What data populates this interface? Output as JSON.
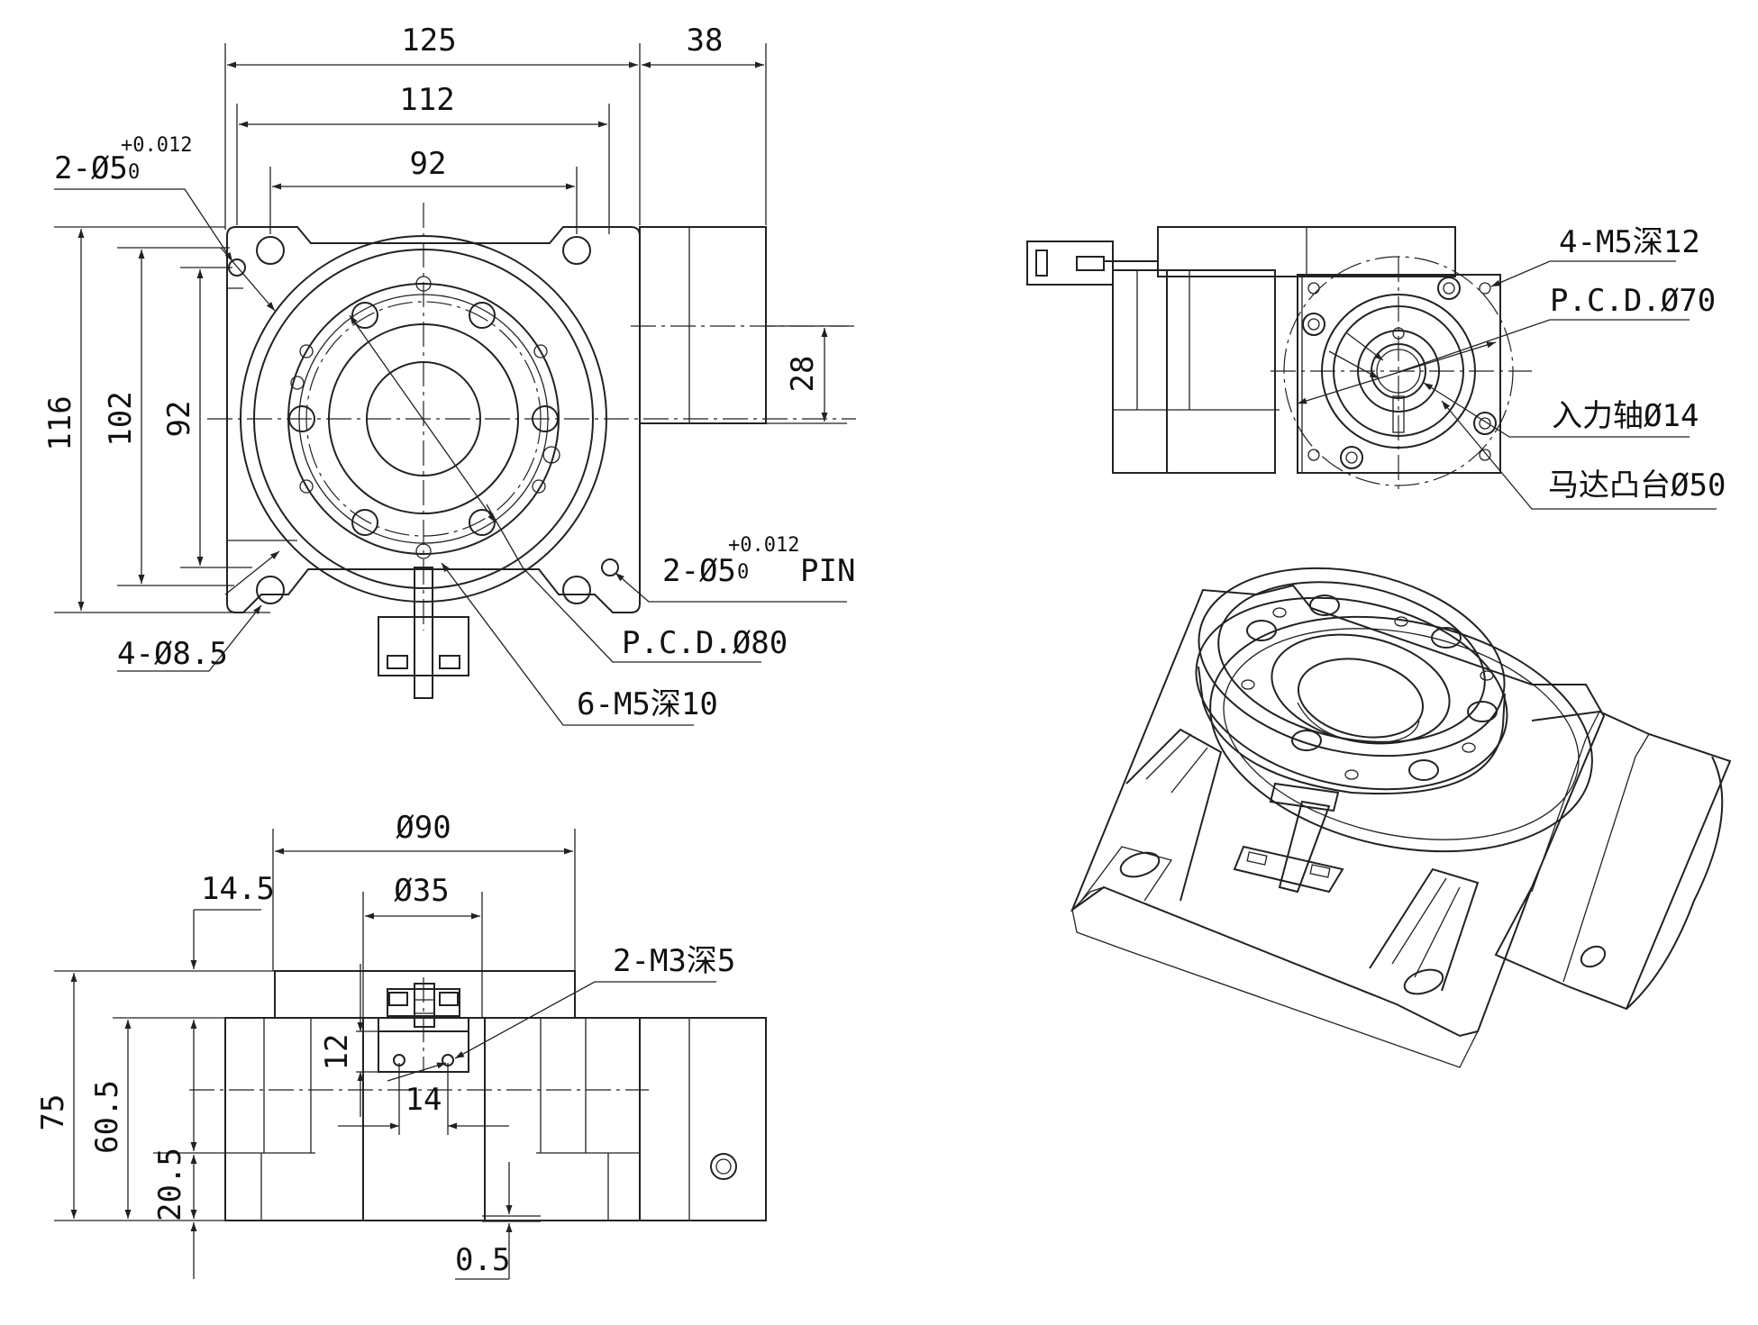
{
  "top_view": {
    "dim_125": "125",
    "dim_38": "38",
    "dim_112": "112",
    "dim_92_h": "92",
    "dim_116": "116",
    "dim_102": "102",
    "dim_92_v": "92",
    "dim_28": "28",
    "pin_hole_label": "2-Ø5",
    "pin_hole_tol_upper": "+0.012",
    "pin_hole_tol_lower": "0",
    "pin_label_bottom": "2-Ø5",
    "pin_label_bottom_tol_upper": "+0.012",
    "pin_label_bottom_tol_lower": "0",
    "pin_word": "PIN",
    "mount_holes_label": "4-Ø8.5",
    "pcd_label": "P.C.D.Ø80",
    "thread_label": "6-M5深10"
  },
  "side_view": {
    "motor_thread_label": "4-M5深12",
    "pcd_label": "P.C.D.Ø70",
    "input_shaft_label": "入力轴Ø14",
    "motor_boss_label": "马达凸台Ø50"
  },
  "front_view": {
    "dim_d90": "Ø90",
    "dim_d35": "Ø35",
    "dim_14_5": "14.5",
    "dim_m3_label": "2-M3深5",
    "dim_12": "12",
    "dim_14": "14",
    "dim_75": "75",
    "dim_60_5": "60.5",
    "dim_20_5": "20.5",
    "dim_0_5": "0.5"
  }
}
